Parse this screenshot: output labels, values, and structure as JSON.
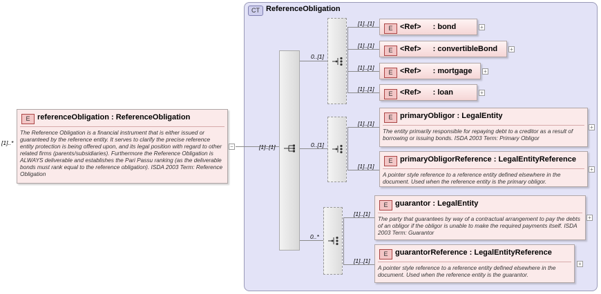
{
  "root": {
    "badge": "E",
    "name": "referenceObligation",
    "type": "ReferenceObligation",
    "cardinality": "[1]..*",
    "description": "The Reference Obligation is a financial instrument that is either issued or guaranteed by the reference entity. It serves to clarify the precise reference entity protection is being offered upon, and its legal position with regard to other related firms (parents/subsidiaries). Furthermore the Reference Obligation is ALWAYS deliverable and establishes the Pari Passu ranking (as the deliverable bonds must rank equal to the reference obligation). ISDA 2003 Term: Reference Obligation",
    "collapse_symbol": "−"
  },
  "complex_type": {
    "badge": "CT",
    "name": "ReferenceObligation"
  },
  "sequence": {
    "cardinality": "[1]..[1]"
  },
  "choice1": {
    "cardinality": "0..[1]",
    "items": [
      {
        "badge": "E",
        "ref": "<Ref>",
        "name": ": bond",
        "cardinality": "[1]..[1]",
        "plus": "+"
      },
      {
        "badge": "E",
        "ref": "<Ref>",
        "name": ": convertibleBond",
        "cardinality": "[1]..[1]",
        "plus": "+"
      },
      {
        "badge": "E",
        "ref": "<Ref>",
        "name": ": mortgage",
        "cardinality": "[1]..[1]",
        "plus": "+"
      },
      {
        "badge": "E",
        "ref": "<Ref>",
        "name": ": loan",
        "cardinality": "[1]..[1]",
        "plus": "+"
      }
    ]
  },
  "choice2": {
    "cardinality": "0..[1]",
    "items": [
      {
        "badge": "E",
        "name": "primaryObligor",
        "type": "LegalEntity",
        "cardinality": "[1]..[1]",
        "plus": "+",
        "description": "The entity primarily responsible for repaying debt to a creditor as a result of borrowing or issuing bonds. ISDA 2003 Term: Primary Obligor"
      },
      {
        "badge": "E",
        "name": "primaryObligorReference",
        "type": "LegalEntityReference",
        "cardinality": "[1]..[1]",
        "plus": "+",
        "description": "A pointer style reference to a reference entity defined elsewhere in the document. Used when the reference entity is the primary obligor."
      }
    ]
  },
  "choice3": {
    "cardinality": "0..*",
    "items": [
      {
        "badge": "E",
        "name": "guarantor",
        "type": "LegalEntity",
        "cardinality": "[1]..[1]",
        "plus": "+",
        "description": "The party that guarantees by way of a contractual arrangement to pay the debts of an obligor if the obligor is unable to make the required payments itself. ISDA 2003 Term: Guarantor"
      },
      {
        "badge": "E",
        "name": "guarantorReference",
        "type": "LegalEntityReference",
        "cardinality": "[1]..[1]",
        "plus": "+",
        "description": "A pointer style reference to a reference entity defined elsewhere in the document. Used when the reference entity is the guarantor."
      }
    ]
  }
}
